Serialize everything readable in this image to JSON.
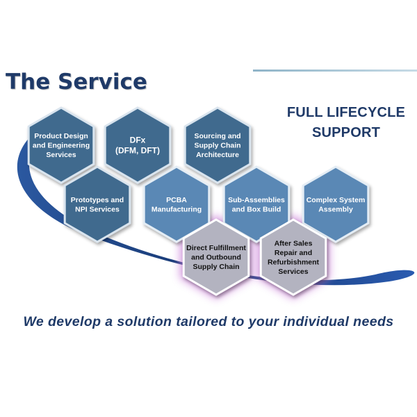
{
  "title": "The Service",
  "subtitle": [
    "FULL LIFECYCLE",
    "SUPPORT"
  ],
  "tagline": "We develop a solution tailored to your individual needs",
  "colors": {
    "title": "#1f3a68",
    "hex_dark": "#3f6a8e",
    "hex_light": "#5a88b5",
    "hex_gray": "#b3b3c0",
    "glow": "#c97ad8",
    "swoosh": "#1d3f78"
  },
  "services": [
    {
      "id": "product-design",
      "style": "dark",
      "lines": [
        "Product Design",
        "and Engineering",
        "Services"
      ]
    },
    {
      "id": "dfx",
      "style": "dark",
      "lines": [
        "DFx",
        "(DFM, DFT)"
      ]
    },
    {
      "id": "sourcing",
      "style": "dark",
      "lines": [
        "Sourcing and",
        "Supply Chain",
        "Architecture"
      ]
    },
    {
      "id": "prototypes",
      "style": "dark",
      "lines": [
        "Prototypes and",
        "NPI Services"
      ]
    },
    {
      "id": "pcba",
      "style": "light",
      "lines": [
        "PCBA",
        "Manufacturing"
      ]
    },
    {
      "id": "sub-assemblies",
      "style": "light",
      "lines": [
        "Sub-Assemblies",
        "and Box Build"
      ]
    },
    {
      "id": "complex-system",
      "style": "light",
      "lines": [
        "Complex System",
        "Assembly"
      ]
    },
    {
      "id": "direct-fulfillment",
      "style": "gray",
      "lines": [
        "Direct Fulfillment",
        "and Outbound",
        "Supply Chain"
      ]
    },
    {
      "id": "after-sales",
      "style": "gray",
      "lines": [
        "After Sales",
        "Repair and",
        "Refurbishment",
        "Services"
      ]
    }
  ]
}
